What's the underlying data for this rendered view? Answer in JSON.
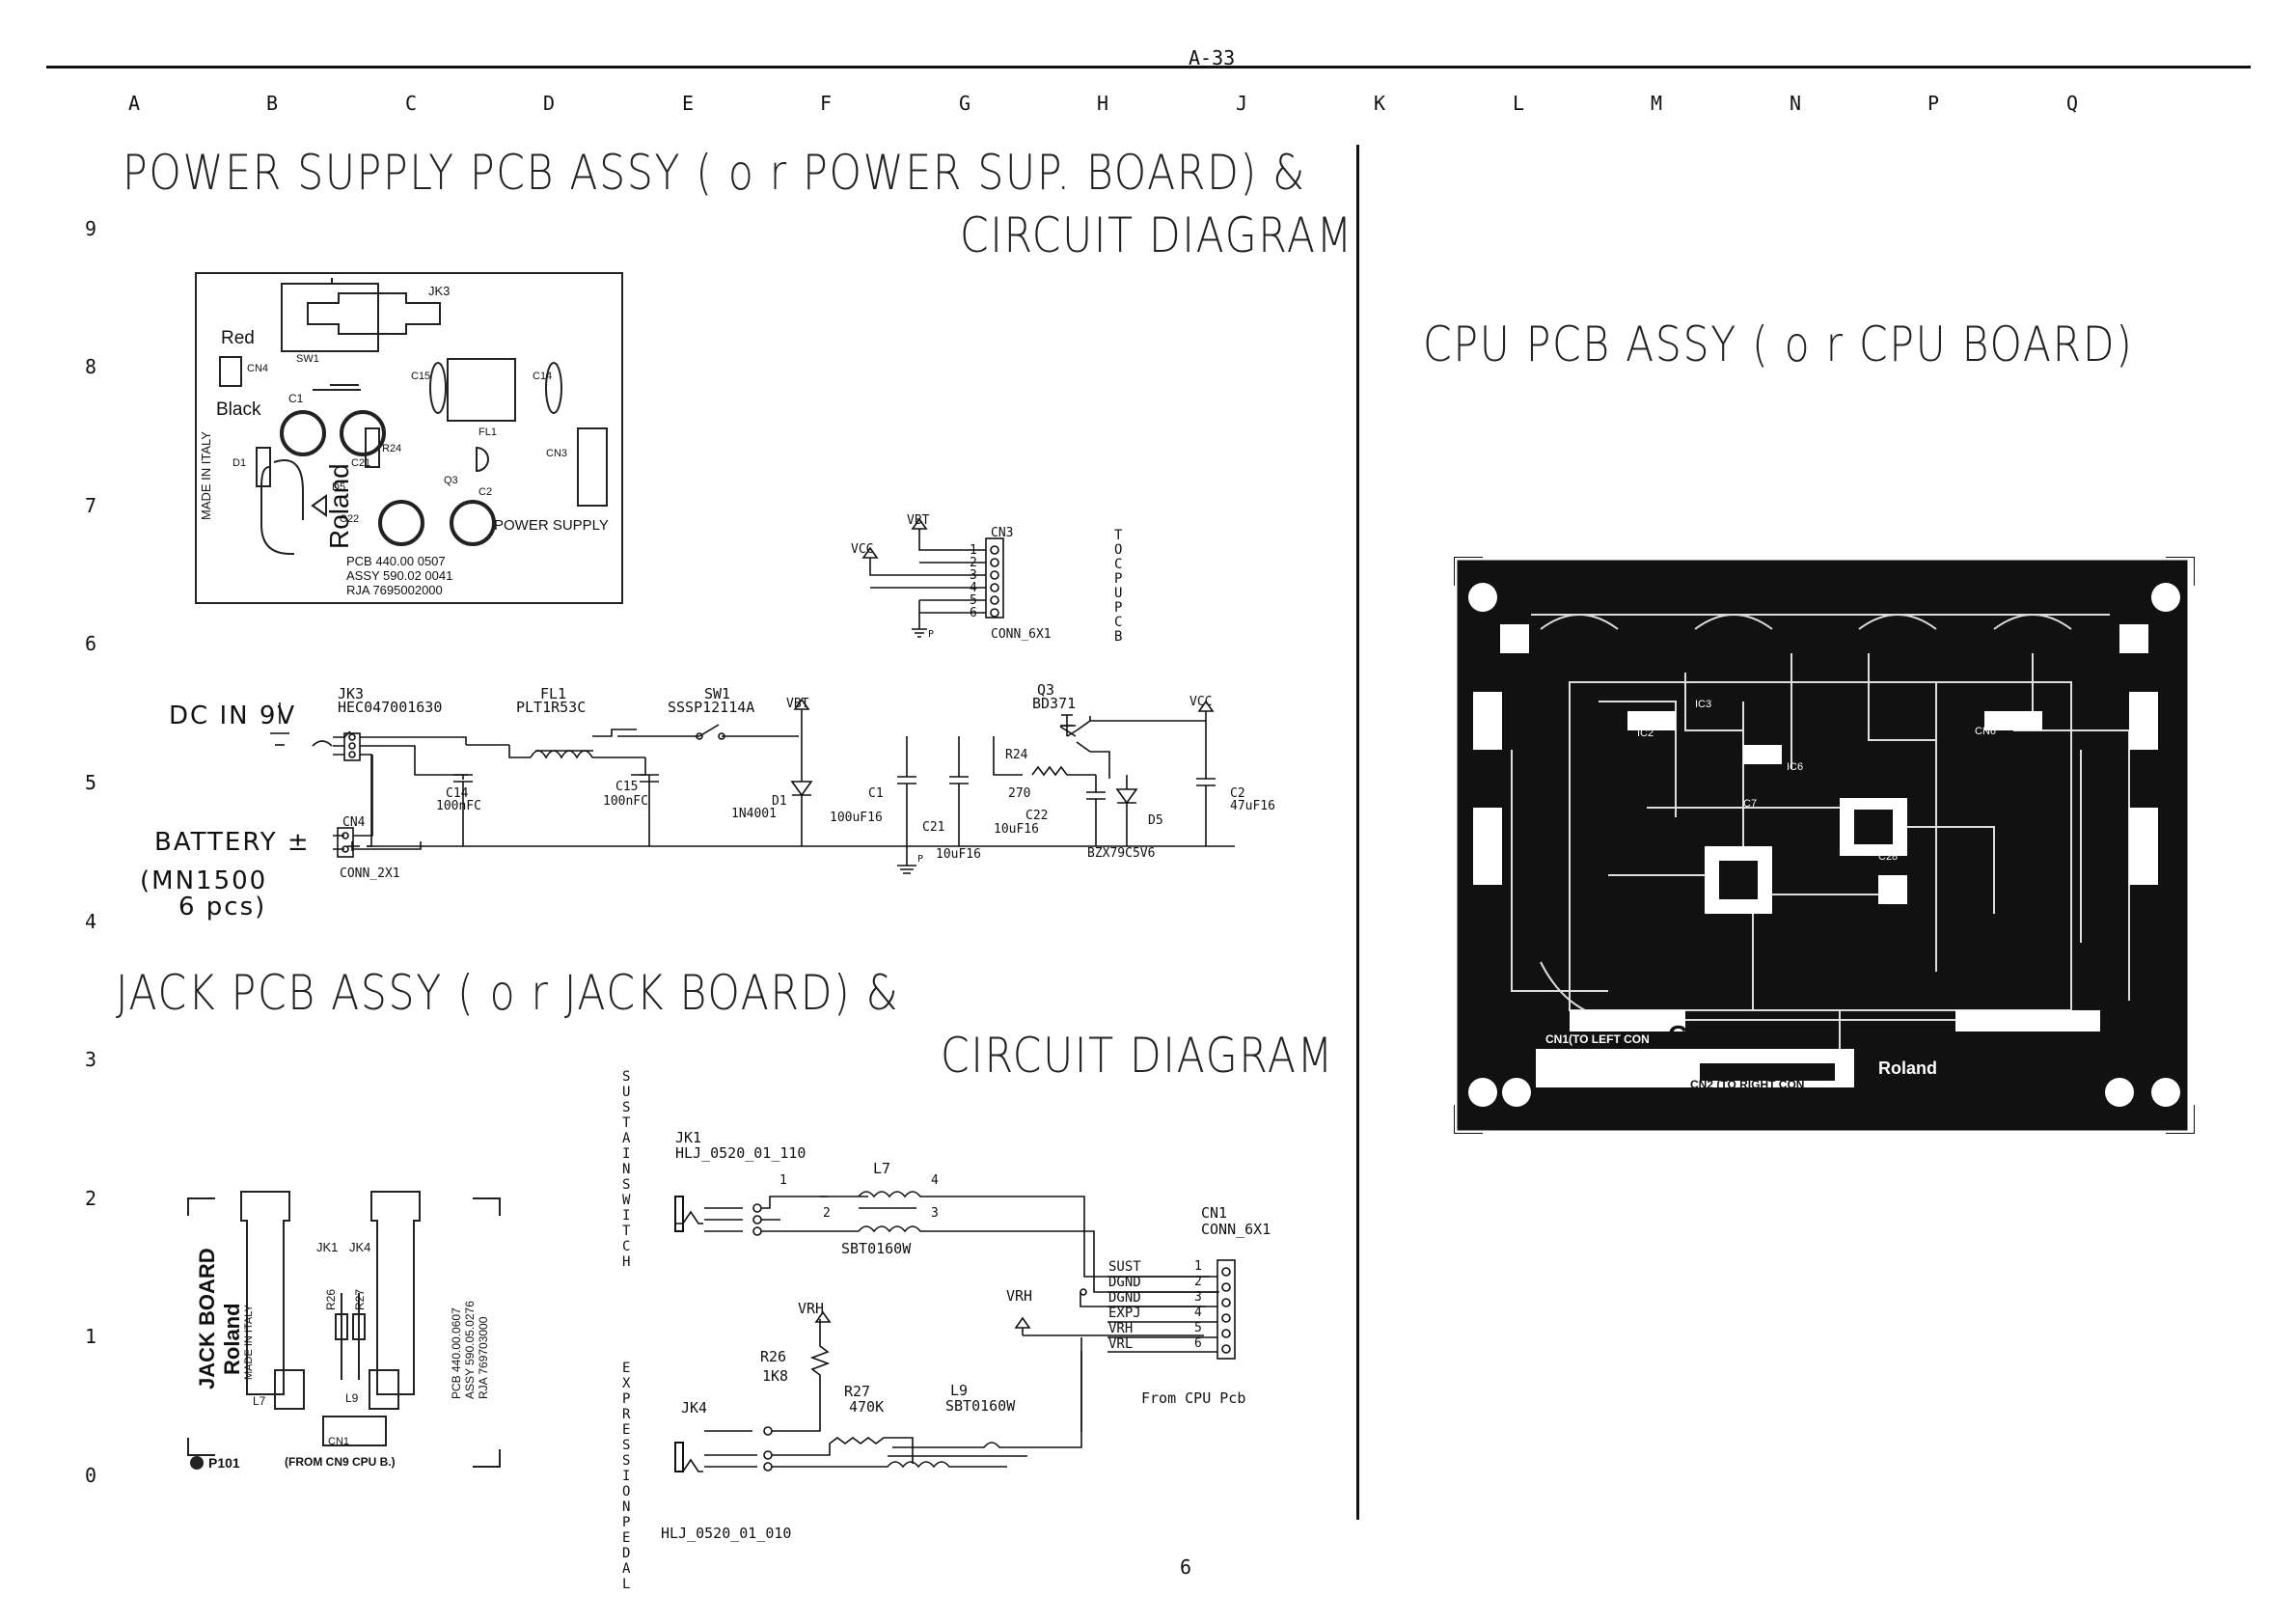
{
  "page": {
    "number_top": "A-33",
    "number_bottom": "6"
  },
  "grid": {
    "columns": [
      "A",
      "B",
      "C",
      "D",
      "E",
      "F",
      "G",
      "H",
      "J",
      "K",
      "L",
      "M",
      "N",
      "P",
      "Q"
    ],
    "rows": [
      "9",
      "8",
      "7",
      "6",
      "5",
      "4",
      "3",
      "2",
      "1",
      "0"
    ]
  },
  "power": {
    "title_line1": "POWER SUPPLY PCB ASSY ( o r  POWER SUP. BOARD) &",
    "title_line2": "CIRCUIT DIAGRAM",
    "pcb": {
      "sw1": "SW1",
      "jk3": "JK3",
      "red": "Red",
      "black": "Black",
      "cn4": "CN4",
      "c1": "C1",
      "c15": "C15",
      "c14": "C14",
      "fl1": "FL1",
      "cn3": "CN3",
      "d1": "D1",
      "made": "MADE IN ITALY",
      "roland": "Roland",
      "d5": "D5",
      "c21": "C21",
      "r24": "R24",
      "q3": "Q3",
      "c2": "C2",
      "c22": "C22",
      "ps": "POWER SUPPLY",
      "info1": "PCB 440.00 0507",
      "info2": "ASSY 590.02 0041",
      "info3": "RJA 7695002000"
    },
    "cn3": {
      "vbt": "VBT",
      "vcc": "VCC",
      "name": "CN3",
      "type": "CONN_6X1",
      "p": "P",
      "pins": [
        "1",
        "2",
        "3",
        "4",
        "5",
        "6"
      ],
      "to_cpu": "TO CPU PCB"
    },
    "schem": {
      "dcin": "DC IN 9V",
      "battery": "BATTERY ±",
      "mn": "(MN1500",
      "pcs": "6 pcs)",
      "jk3": "JK3",
      "jk3p": "HEC047001630",
      "fl1": "FL1",
      "fl1p": "PLT1R53C",
      "sw1": "SW1",
      "sw1p": "SSSP12114A",
      "vbt": "VBT",
      "q3": "Q3",
      "q3p": "BD371",
      "vcc": "VCC",
      "c14": "C14",
      "c14v": "100nFC",
      "c15": "C15",
      "c15v": "100nFC",
      "d1": "D1",
      "d1p": "1N4001",
      "c1": "C1",
      "c1v": "100uF16",
      "c21": "C21",
      "c21v": "10uF16",
      "r24": "R24",
      "r24v": "270",
      "c22": "C22",
      "c22v": "10uF16",
      "d5": "D5",
      "d5p": "BZX79C5V6",
      "c2": "C2",
      "c2v": "47uF16",
      "cn4": "CN4",
      "cn4t": "CONN_2X1",
      "p": "P"
    }
  },
  "jack": {
    "title_line1": "JACK PCB ASSY ( o r  JACK BOARD) &",
    "title_line2": "CIRCUIT DIAGRAM",
    "pcb": {
      "jk1": "JK1",
      "jk4": "JK4",
      "r26": "R26",
      "r27": "R27",
      "l7": "L7",
      "l9": "L9",
      "cn1": "CN1",
      "name": "JACK BOARD",
      "roland": "Roland",
      "made": "MADE IN ITALY",
      "info1": "PCB 440.00.0607",
      "info2": "ASSY 590.05.0276",
      "info3": "RJA 769703000",
      "p101": "P101",
      "from": "(FROM CN9 CPU B.)"
    },
    "schem": {
      "sustain": "SUSTAIN SWITCH",
      "expr": "EXPRESSION PEDAL",
      "jk1": "JK1",
      "jk1p": "HLJ_0520_01_110",
      "l7": "L7",
      "l7p": "SBT0160W",
      "cn1": "CN1",
      "cn1t": "CONN_6X1",
      "sigs": [
        "SUST",
        "DGND",
        "DGND",
        "EXPJ",
        "VRH",
        "VRL"
      ],
      "pins": [
        "1",
        "2",
        "3",
        "4",
        "5",
        "6"
      ],
      "vrh": "VRH",
      "r26": "R26",
      "r26v": "1K8",
      "r27": "R27",
      "r27v": "470K",
      "l9": "L9",
      "l9p": "SBT0160W",
      "jk4": "JK4",
      "jk4p": "HLJ_0520_01_010",
      "from": "From CPU Pcb"
    }
  },
  "cpu": {
    "title": "CPU PCB ASSY ( o r  CPU BOARD)",
    "board": {
      "cpu": "CPU BOARD",
      "cn1": "CN1(TO LEFT CON",
      "cn2": "CN2 (TO RIGHT CON",
      "roland": "Roland",
      "ic2": "IC2",
      "ic3": "IC3",
      "ic6": "IC6",
      "c7": "C7",
      "c28": "C28",
      "cn6": "CN6"
    }
  }
}
